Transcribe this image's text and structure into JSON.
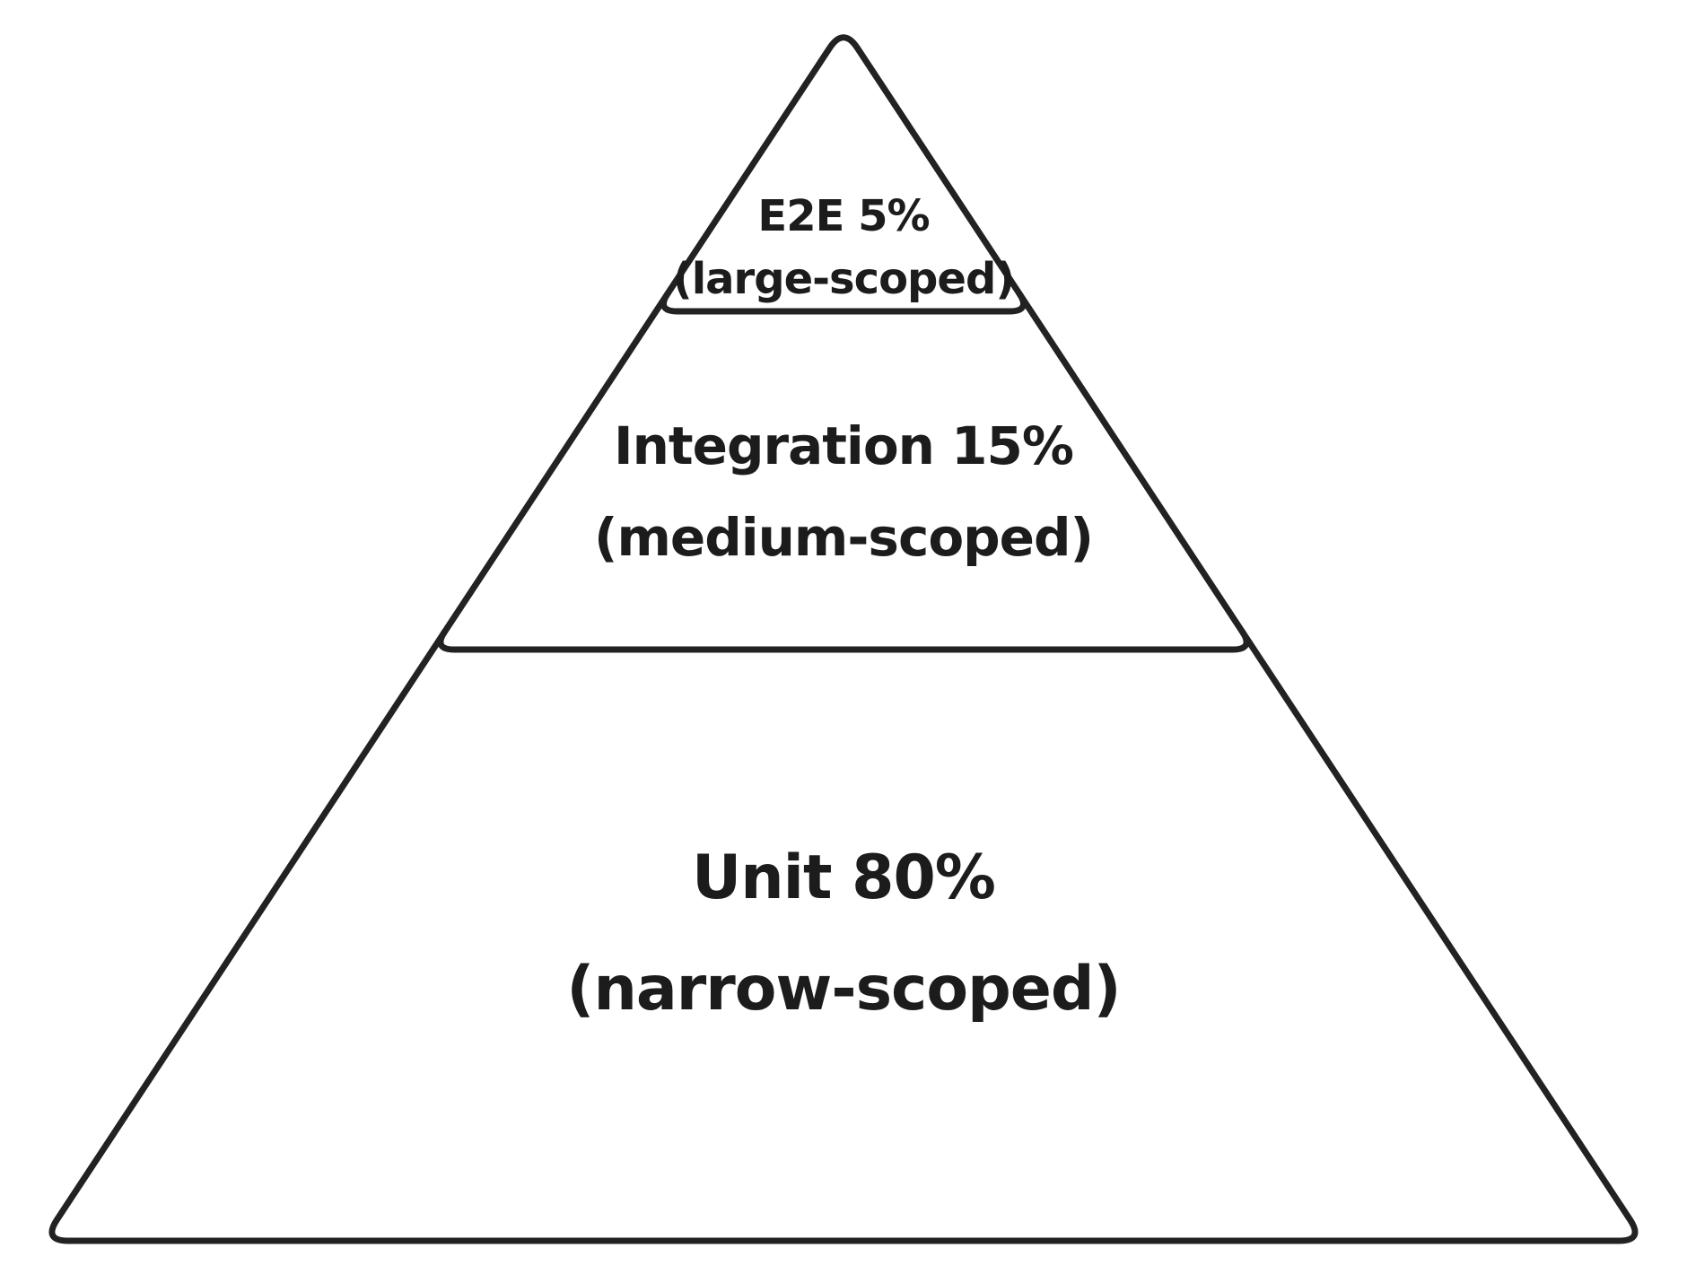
{
  "figure": {
    "type": "pyramid-diagram",
    "description": "test pyramid with three levels",
    "colors": {
      "background": "#ffffff",
      "line": "#222222",
      "text": "#1c1c1c"
    },
    "levels": [
      {
        "name": "E2E",
        "percent": "5%",
        "scope": "large-scoped",
        "line1": "E2E 5%",
        "line2": "(large-scoped)"
      },
      {
        "name": "Integration",
        "percent": "15%",
        "scope": "medium-scoped",
        "line1": "Integration 15%",
        "line2": "(medium-scoped)"
      },
      {
        "name": "Unit",
        "percent": "80%",
        "scope": "narrow-scoped",
        "line1": "Unit 80%",
        "line2": "(narrow-scoped)"
      }
    ]
  }
}
